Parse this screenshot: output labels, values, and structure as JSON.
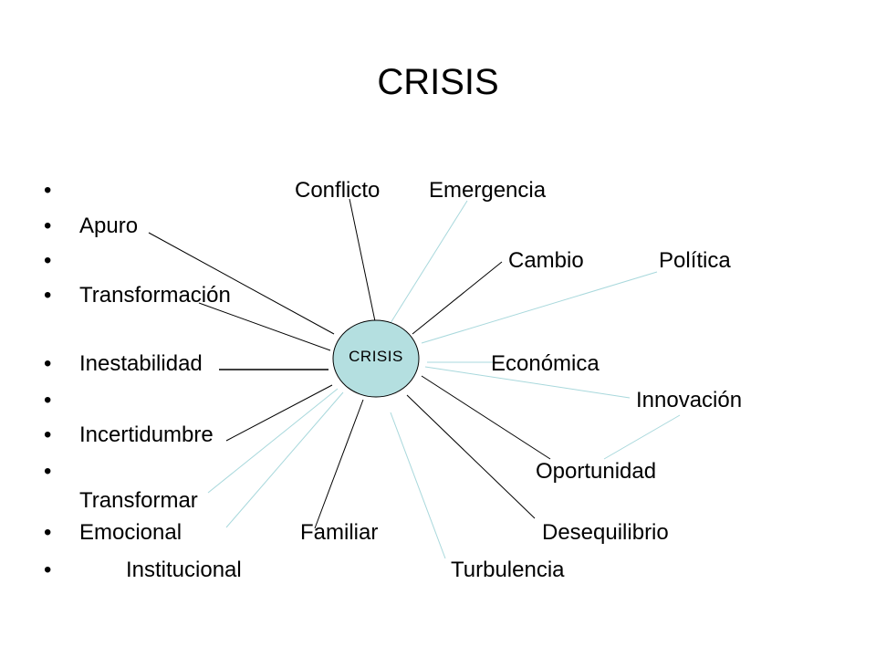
{
  "title": "CRISIS",
  "hub_label": "CRISIS",
  "bullet_glyph": "•",
  "words": {
    "conflicto": "Conflicto",
    "emergencia": "Emergencia",
    "apuro": "Apuro",
    "cambio": "Cambio",
    "politica": "Política",
    "transformacion": "Transformación",
    "inestabilidad": "Inestabilidad",
    "economica": "Económica",
    "innovacion": "Innovación",
    "incertidumbre": "Incertidumbre",
    "oportunidad": "Oportunidad",
    "transformar": "Transformar",
    "emocional": "Emocional",
    "familiar": "Familiar",
    "desequilibrio": "Desequilibrio",
    "institucional": "Institucional",
    "turbulencia": "Turbulencia"
  },
  "colors": {
    "hub_fill": "#b4dfe0",
    "dark_line": "#000000",
    "light_line": "#a8d8dc"
  }
}
